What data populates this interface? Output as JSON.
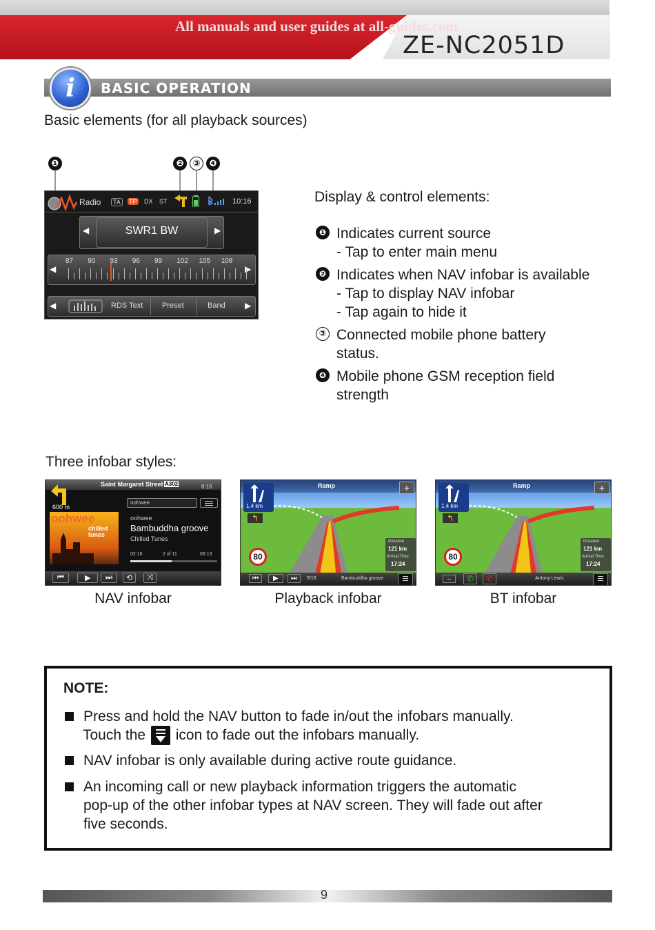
{
  "header": {
    "watermark": "All manuals and user guides at all-guides.com",
    "model": "ZE-NC2051D"
  },
  "section": {
    "title": "BASIC OPERATION",
    "icon": "info-icon",
    "subtitle": "Basic elements (for all playback sources)"
  },
  "callouts": [
    "❶",
    "❷",
    "③",
    "❹"
  ],
  "radio_screen": {
    "source": "Radio",
    "flags": [
      "TA",
      "TP",
      "DX",
      "ST"
    ],
    "time": "10:16",
    "station": "SWR1 BW",
    "scale": [
      "87",
      "90",
      "93",
      "96",
      "99",
      "102",
      "105",
      "108"
    ],
    "buttons": [
      "RDS Text",
      "Preset",
      "Band"
    ],
    "accent": "#e8572a"
  },
  "description": {
    "heading": "Display & control elements:",
    "items": [
      {
        "marker": "❶",
        "lines": [
          "Indicates current source",
          "- Tap to enter main menu"
        ]
      },
      {
        "marker": "❷",
        "lines": [
          "Indicates when NAV infobar is available",
          "- Tap to display NAV infobar",
          "- Tap again to hide it"
        ]
      },
      {
        "marker": "③",
        "lines": [
          "Connected mobile phone battery",
          "status."
        ]
      },
      {
        "marker": "❹",
        "lines": [
          "Mobile phone GSM reception field",
          "strength"
        ]
      }
    ]
  },
  "infobars": {
    "heading": "Three infobar styles:",
    "nav": {
      "caption": "NAV infobar",
      "street": "Saint Margaret Street",
      "road": "A302",
      "dist": "600 m",
      "time": "8:16",
      "search": "oohwee",
      "artist": "oohwee",
      "track": "Bambuddha groove",
      "album": "Chilled Tunes",
      "pos": "02:16",
      "count": "2 of 11",
      "len": "06:13",
      "cover_text": "oohwee",
      "cover_sub": "chilled tunes"
    },
    "playback": {
      "caption": "Playback infobar",
      "ramp": "Ramp",
      "dist": "1.4 km",
      "speed": "80",
      "distance_label": "Distance",
      "distance": "121 km",
      "arrival_label": "Arrival Time",
      "arrival": "17:24",
      "track_no": "9/19",
      "track": "Bambuddha groove"
    },
    "bt": {
      "caption": "BT infobar",
      "ramp": "Ramp",
      "dist": "1.4 km",
      "speed": "80",
      "distance_label": "Distance",
      "distance": "121 km",
      "arrival_label": "Arrival Time",
      "arrival": "17:24",
      "caller": "Antony Lewis"
    }
  },
  "note": {
    "title": "NOTE:",
    "items": [
      {
        "line1": "Press and hold the NAV button to fade in/out the infobars manually.",
        "line2a": "Touch the",
        "line2b": "icon to fade out the infobars manually."
      },
      {
        "line1": "NAV infobar is only available during active route guidance."
      },
      {
        "line1": "An incoming call or new playback information triggers the automatic",
        "line2": "pop-up of the other infobar types at NAV screen. They will fade out after",
        "line3": "five seconds."
      }
    ]
  },
  "footer": {
    "page": "9"
  }
}
